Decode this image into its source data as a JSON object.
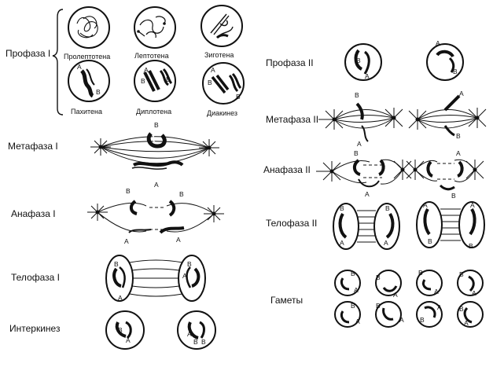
{
  "meiosis_one": {
    "prophase": {
      "label": "Профаза I",
      "substages": [
        "Пролептотена",
        "Лептотена",
        "Зиготена",
        "Пахитена",
        "Диплотена",
        "Диакинез"
      ]
    },
    "metaphase": "Метафаза I",
    "anaphase": "Анафаза I",
    "telophase": "Телофаза I",
    "interkinesis": "Интеркинез"
  },
  "meiosis_two": {
    "prophase": "Профаза II",
    "metaphase": "Метафаза II",
    "anaphase": "Анафаза II",
    "telophase": "Телофаза II",
    "gametes": "Гаметы"
  },
  "gene_labels": {
    "a": "A",
    "b": "B"
  }
}
